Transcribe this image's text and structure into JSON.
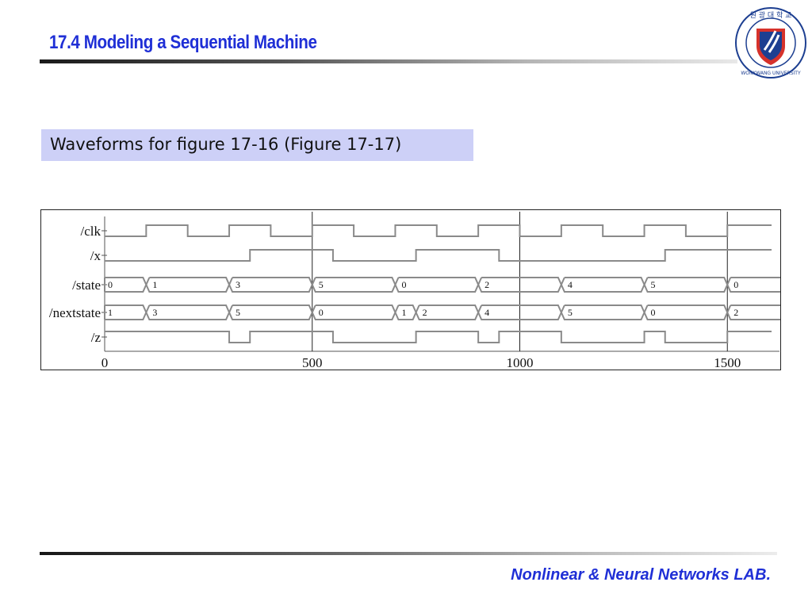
{
  "header": {
    "title": "17.4 Modeling a Sequential Machine"
  },
  "logo": {
    "text": "원 광 대 학 교",
    "text_en": "WONKWANG UNIVERSITY"
  },
  "caption": {
    "text": "Waveforms for figure 17-16 (Figure 17-17)"
  },
  "waveform": {
    "signals": [
      "/clk",
      "/x",
      "/state",
      "/nextstate",
      "/z"
    ],
    "ticks": [
      "0",
      "500",
      "1000",
      "1500"
    ],
    "cursors": [
      500,
      1000,
      1500
    ],
    "clk_edges": [
      100,
      200,
      300,
      400,
      500,
      600,
      700,
      800,
      900,
      1000,
      1100,
      1200,
      1300,
      1400,
      1500
    ],
    "clk_initial": 0,
    "x_edges": [
      350,
      550,
      750,
      950,
      1350
    ],
    "x_initial": 0,
    "z_edges": [
      300,
      350,
      550,
      750,
      900,
      950,
      1100,
      1300,
      1350,
      1500
    ],
    "z_initial": 1,
    "state_segments": [
      {
        "t": 0,
        "v": "0"
      },
      {
        "t": 100,
        "v": "1"
      },
      {
        "t": 300,
        "v": "3"
      },
      {
        "t": 500,
        "v": "5"
      },
      {
        "t": 700,
        "v": "0"
      },
      {
        "t": 900,
        "v": "2"
      },
      {
        "t": 1100,
        "v": "4"
      },
      {
        "t": 1300,
        "v": "5"
      },
      {
        "t": 1500,
        "v": "0"
      }
    ],
    "nextstate_segments": [
      {
        "t": 0,
        "v": "1"
      },
      {
        "t": 100,
        "v": "3"
      },
      {
        "t": 300,
        "v": "5"
      },
      {
        "t": 500,
        "v": "0"
      },
      {
        "t": 700,
        "v": "1"
      },
      {
        "t": 750,
        "v": "2"
      },
      {
        "t": 900,
        "v": "4"
      },
      {
        "t": 1100,
        "v": "5"
      },
      {
        "t": 1300,
        "v": "0"
      },
      {
        "t": 1500,
        "v": "2"
      }
    ],
    "t_end": 1600
  },
  "footer": {
    "text": "Nonlinear & Neural Networks LAB."
  },
  "colors": {
    "title": "#1f2fd6",
    "caption_bg": "#cdd0f7",
    "wave": "#8a8a8a",
    "logo_red": "#d6322b",
    "logo_blue": "#1d3f91"
  }
}
